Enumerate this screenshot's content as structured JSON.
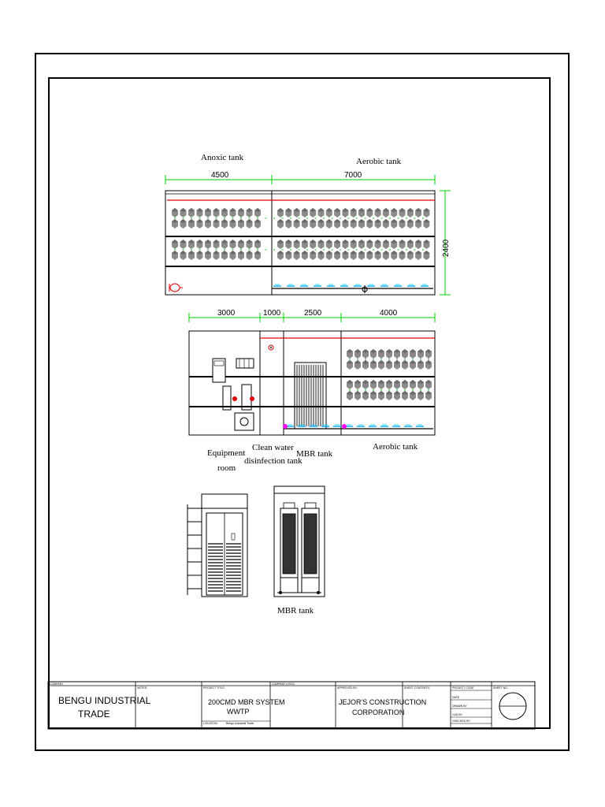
{
  "plan_top": {
    "labels": {
      "anoxic": "Anoxic tank",
      "aerobic": "Aerobic tank"
    },
    "dims": {
      "anoxic_len": "4500",
      "aerobic_len": "7000",
      "height": "2400"
    }
  },
  "plan_mid": {
    "dims": {
      "d1": "3000",
      "d2": "1000",
      "d3": "2500",
      "d4": "4000"
    },
    "labels": {
      "equipment_line1": "Equipment",
      "equipment_line2": "room",
      "clean_line1": "Clean water",
      "clean_line2": "disinfection tank",
      "mbr": "MBR tank",
      "aerobic": "Aerobic tank"
    }
  },
  "section_bottom": {
    "mbr_label": "MBR tank"
  },
  "title_block": {
    "company_head": "COMPANY",
    "company_line1": "BENGU INDUSTRIAL",
    "company_line2": "TRADE",
    "notes_head": "NOTES:",
    "project_head": "PROJECT TITLE:",
    "project_line1": "200CMD MBR SYSTEM",
    "project_line2": "WWTP",
    "project_sub_head": "LOCATION:",
    "project_sub_val": "Bengu Industrial Trade",
    "company_logo_head": "COMPANY LOGO:",
    "approved_head": "APPROVED BY:",
    "approved_line1": "JEJOR'S CONSTRUCTION",
    "approved_line2": "CORPORATION",
    "sheet_contents_head": "SHEET CONTENTS:",
    "project_code": "PROJECT CODE",
    "date": "DATE",
    "drawn_by": "DRAWN BY",
    "cad_by": "CAD BY",
    "checked_by": "CHECKED BY",
    "sheet_no": "SHEET NO."
  },
  "colors": {
    "dim_line": "#00cc00",
    "pipe": "#e00000",
    "diffuser": "#00aaff",
    "media": "#888888",
    "pump": "#ff00ff"
  }
}
